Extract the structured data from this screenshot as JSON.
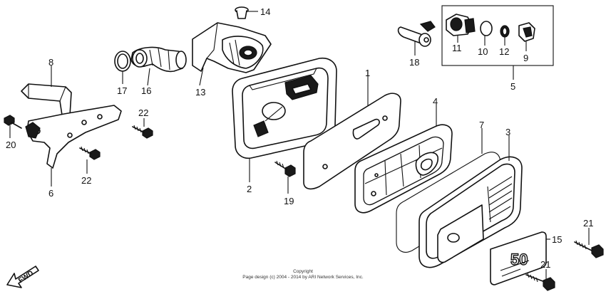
{
  "callouts": {
    "c1": "1",
    "c2": "2",
    "c3": "3",
    "c4": "4",
    "c5": "5",
    "c6": "6",
    "c7": "7",
    "c8": "8",
    "c9": "9",
    "c10": "10",
    "c11": "11",
    "c12": "12",
    "c13": "13",
    "c14": "14",
    "c15": "15",
    "c16": "16",
    "c17": "17",
    "c18": "18",
    "c19": "19",
    "c20": "20",
    "c21a": "21",
    "c21b": "21",
    "c22a": "22",
    "c22b": "22"
  },
  "label_plate_text": "50",
  "fwd_label": "FWD",
  "copyright": {
    "line1": "Copyright",
    "line2": "Page design (c) 2004 - 2014 by ARI Network Services, Inc."
  }
}
